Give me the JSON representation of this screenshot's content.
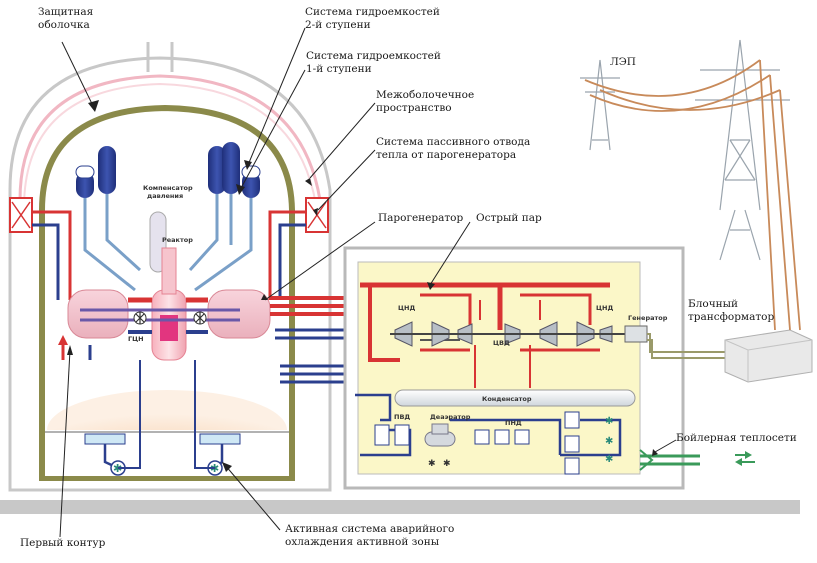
{
  "labels": {
    "containment": [
      "Защитная",
      "оболочка"
    ],
    "hydro2": [
      "Система гидроемкостей",
      "2-й ступени"
    ],
    "hydro1": [
      "Система гидроемкостей",
      "1-й ступени"
    ],
    "annulus": [
      "Межоболочечное",
      "пространство"
    ],
    "passive": [
      "Система пассивного отвода",
      "тепла от парогенератора"
    ],
    "steam_gen": "Парогенератор",
    "live_steam": "Острый пар",
    "power_line": "ЛЭП",
    "transformer": [
      "Блочный",
      "трансформатор"
    ],
    "heating": "Бойлерная теплосети",
    "primary": "Первый контур",
    "eccs": [
      "Активная система аварийного",
      "охлаждения активной зоны"
    ]
  },
  "inner": {
    "pressurizer": [
      "Компенсатор",
      "давления"
    ],
    "reactor": "Реактор",
    "mcp": "ГЦН",
    "lpc_left": "ЦНД",
    "lpc_right": "ЦНД",
    "hpc": "ЦВД",
    "generator": "Генератор",
    "condenser": "Конденсатор",
    "hpp": "ПВД",
    "deaerator": "Деаэратор",
    "lpp": "ПНД"
  },
  "colors": {
    "steam": "#d83434",
    "water": "#2b3f8e",
    "light_water": "#7aa0c8",
    "containment": "#8b8a4a",
    "outer_shell": "#f2c6d0",
    "turbine_hall": "#fbf7c8"
  }
}
